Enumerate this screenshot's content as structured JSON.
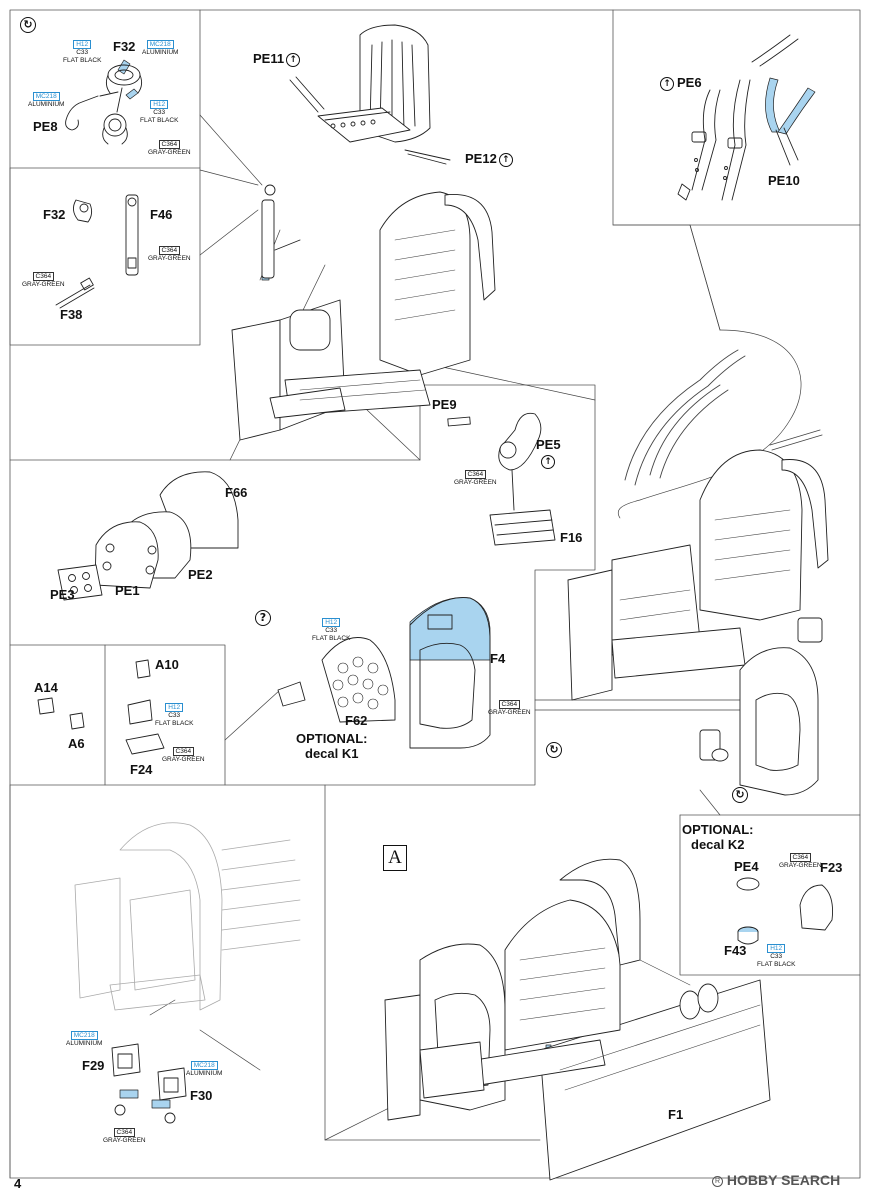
{
  "page_number": "4",
  "watermark": {
    "brand": "HOBBY SEARCH",
    "trademark": "R"
  },
  "step_marker": "A",
  "symbols": {
    "rotate": "rotate-view-icon",
    "bend": "bend-part-icon",
    "question": "?"
  },
  "colors": {
    "light_blue": "#a9d4ef",
    "code_blue": "#2a8fd0",
    "line": "#222222"
  },
  "paints": {
    "h12_code": "H12",
    "c33_code": "C33",
    "flat_black": "FLAT BLACK",
    "mc218_code": "MC218",
    "aluminium": "ALUMINIUM",
    "c364_code": "C364",
    "gray_green": "GRAY-GREEN"
  },
  "parts": {
    "F32": "F32",
    "PE8": "PE8",
    "F46": "F46",
    "F38": "F38",
    "PE11": "PE11",
    "PE12": "PE12",
    "PE6": "PE6",
    "PE10": "PE10",
    "PE9": "PE9",
    "PE5": "PE5",
    "F16": "F16",
    "F66": "F66",
    "PE2": "PE2",
    "PE3": "PE3",
    "PE1": "PE1",
    "F4": "F4",
    "F62": "F62",
    "A14": "A14",
    "A6": "A6",
    "A10": "A10",
    "F24": "F24",
    "PE4": "PE4",
    "F23": "F23",
    "F43": "F43",
    "F29": "F29",
    "F30": "F30",
    "F1": "F1"
  },
  "optional": {
    "k1_line1": "OPTIONAL:",
    "k1_line2": "decal K1",
    "k2_line1": "OPTIONAL:",
    "k2_line2": "decal K2"
  }
}
